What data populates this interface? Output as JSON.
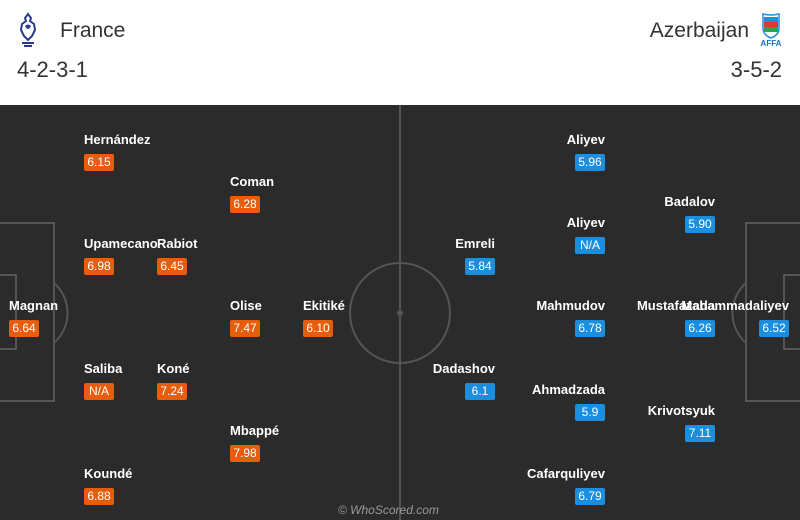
{
  "home": {
    "name": "France",
    "formation": "4-2-3-1",
    "color": "#e85d0c",
    "crest_icon": "rooster-crest-icon",
    "players": [
      {
        "name": "Hernández",
        "rating": "6.15"
      },
      {
        "name": "Coman",
        "rating": "6.28"
      },
      {
        "name": "Upamecano",
        "rating": "6.98"
      },
      {
        "name": "Rabiot",
        "rating": "6.45"
      },
      {
        "name": "Magnan",
        "rating": "6.64"
      },
      {
        "name": "Olise",
        "rating": "7.47"
      },
      {
        "name": "Ekitiké",
        "rating": "6.10"
      },
      {
        "name": "Saliba",
        "rating": "N/A"
      },
      {
        "name": "Koné",
        "rating": "7.24"
      },
      {
        "name": "Mbappé",
        "rating": "7.98"
      },
      {
        "name": "Koundé",
        "rating": "6.88"
      }
    ]
  },
  "away": {
    "name": "Azerbaijan",
    "formation": "3-5-2",
    "color": "#1a8fe0",
    "crest_icon": "affa-crest-icon",
    "crest_text": "AFFA",
    "players": [
      {
        "name": "Aliyev",
        "rating": "5.96"
      },
      {
        "name": "Badalov",
        "rating": "5.90"
      },
      {
        "name": "Aliyev",
        "rating": "N/A"
      },
      {
        "name": "Emreli",
        "rating": "5.84"
      },
      {
        "name": "Mahmudov",
        "rating": "6.78"
      },
      {
        "name": "Mustafazada",
        "rating": "6.26"
      },
      {
        "name": "Mahammadaliyev",
        "rating": "6.52"
      },
      {
        "name": "Dadashov",
        "rating": "6.1"
      },
      {
        "name": "Ahmadzada",
        "rating": "5.9"
      },
      {
        "name": "Krivotsyuk",
        "rating": "7.11"
      },
      {
        "name": "Cafarquliyev",
        "rating": "6.79"
      }
    ]
  },
  "watermark": "© WhoScored.com"
}
